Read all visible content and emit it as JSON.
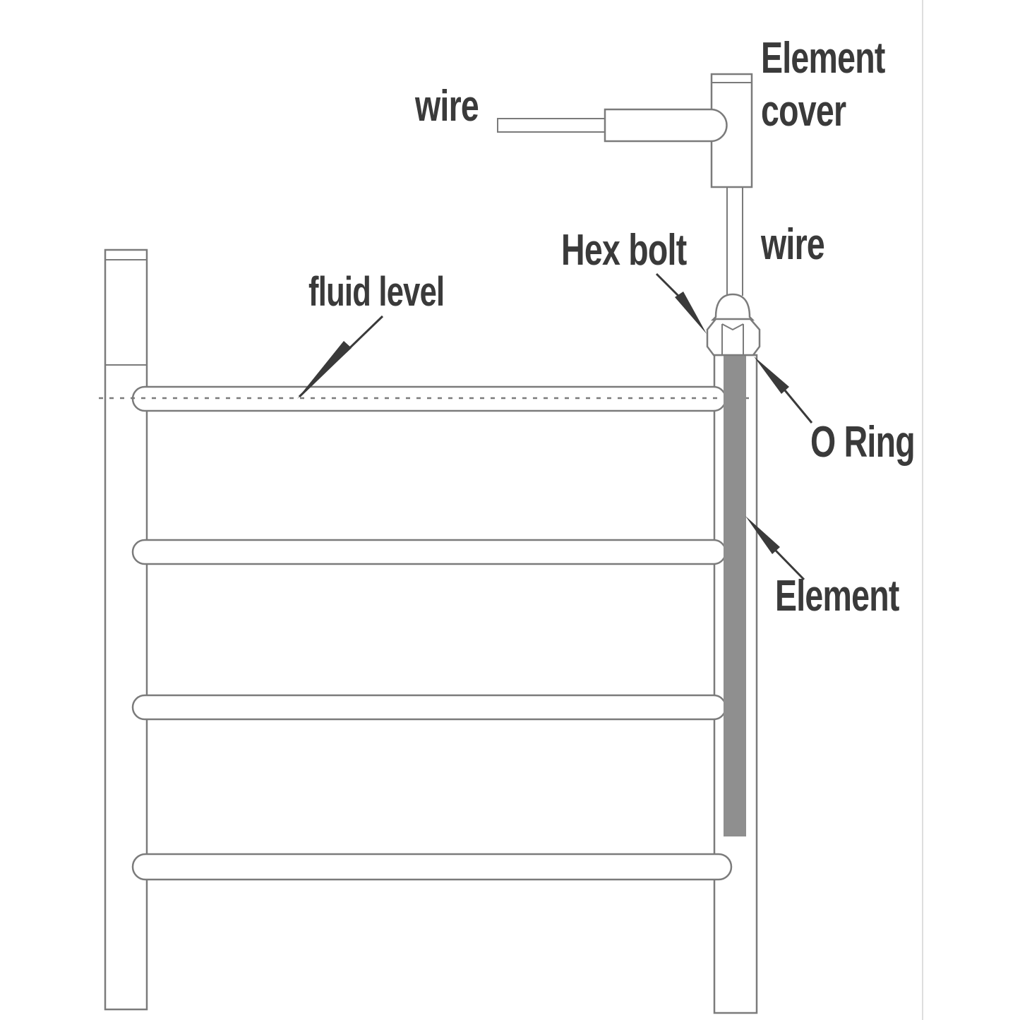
{
  "diagram": {
    "labels": {
      "wire_top": "wire",
      "element_cover_line1": "Element",
      "element_cover_line2": "cover",
      "hex_bolt": "Hex bolt",
      "wire_right": "wire",
      "fluid_level": "fluid level",
      "o_ring": "O Ring",
      "element": "Element"
    },
    "colors": {
      "background": "#ffffff",
      "line": "#7b7b7b",
      "text": "#3a3a3a",
      "element_fill": "#8f8f8f",
      "artifact_line": "#dedede"
    }
  }
}
